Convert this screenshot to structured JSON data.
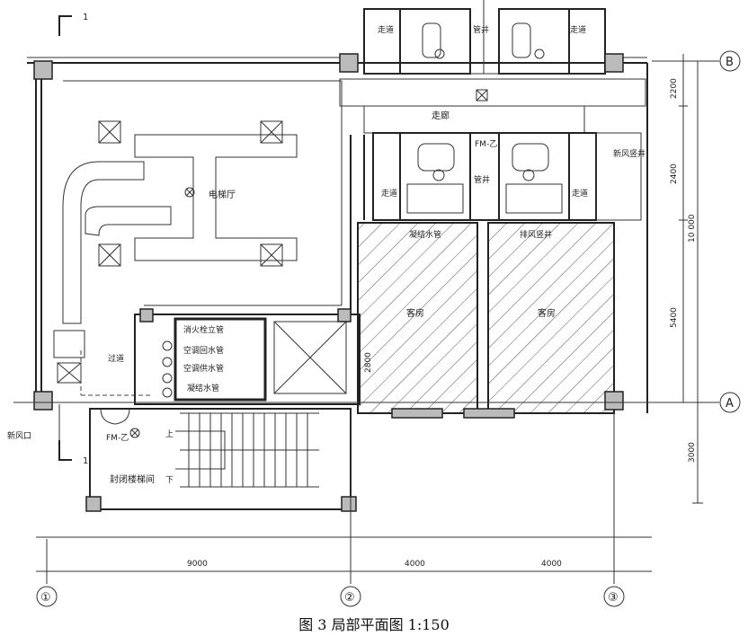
{
  "caption": "图 3   局部平面图 1:150",
  "rooms": {
    "elevator_hall": "电梯厅",
    "corridor": "走廊",
    "aisle_top_left": "走道",
    "aisle_top_right": "走道",
    "aisle_mid_left": "走道",
    "aisle_mid_right": "走道",
    "guest_room_1": "客房",
    "guest_room_2": "客房",
    "passage": "过道",
    "stair": "封闭楼梯间"
  },
  "pipes": {
    "pipe_well_top": "管井",
    "pipe_well_mid": "管井",
    "fire_hydrant_riser": "消火栓立管",
    "ac_return": "空调回水管",
    "ac_supply": "空调供水管",
    "condensate_stack": "凝结水管",
    "condensate_mid": "凝结水管",
    "exhaust_riser": "排风竖井",
    "fresh_air_riser": "新风竖井",
    "fresh_air_inlet": "新风口"
  },
  "doors": {
    "fm_b": "FM-乙",
    "fm_b_top": "FM-乙"
  },
  "stair_marks": {
    "up": "上",
    "down": "下"
  },
  "section_mark": "1",
  "section_mark_bottom": "1",
  "axes": {
    "axis_1": "①",
    "axis_2": "②",
    "axis_3": "③",
    "axis_a": "A",
    "axis_b": "B"
  },
  "dimensions": {
    "bottom_1_2": "9000",
    "bottom_2_3": "4000",
    "bottom_3_end": "4000",
    "right_top": "2200",
    "right_2": "2400",
    "right_3": "5400",
    "right_total": "10 000",
    "right_below": "3000",
    "inner_2800": "2800"
  }
}
